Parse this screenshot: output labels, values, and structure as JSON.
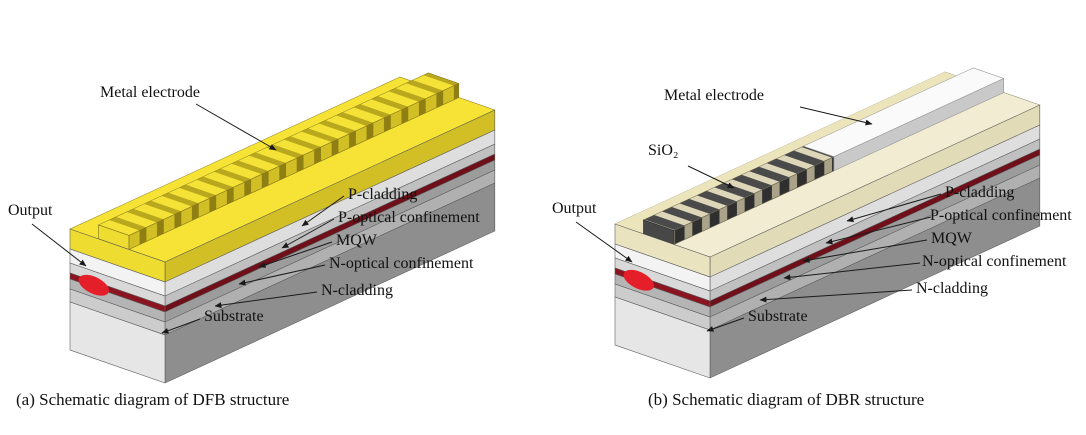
{
  "figure": {
    "panels": [
      {
        "caption": "(a) Schematic diagram of DFB structure",
        "labels": {
          "metal_electrode": "Metal electrode",
          "output": "Output",
          "p_cladding": "P-cladding",
          "p_optical_confinement": "P-optical confinement",
          "mqw": "MQW",
          "n_optical_confinement": "N-optical confinement",
          "n_cladding": "N-cladding",
          "substrate": "Substrate"
        }
      },
      {
        "caption": "(b) Schematic diagram of DBR structure",
        "labels": {
          "metal_electrode": "Metal electrode",
          "sio2": "SiO₂",
          "output": "Output",
          "p_cladding": "P-cladding",
          "p_optical_confinement": "P-optical confinement",
          "mqw": "MQW",
          "n_optical_confinement": "N-optical confinement",
          "n_cladding": "N-cladding",
          "substrate": "Substrate"
        }
      }
    ],
    "colors": {
      "dfb_top_yellow": "#f6e335",
      "dbr_top_cream": "#f1ecd2",
      "metal_electrode_white": "#fafafa",
      "mqw_layer": "#8c1420",
      "output_spot": "#e41f2a"
    }
  }
}
